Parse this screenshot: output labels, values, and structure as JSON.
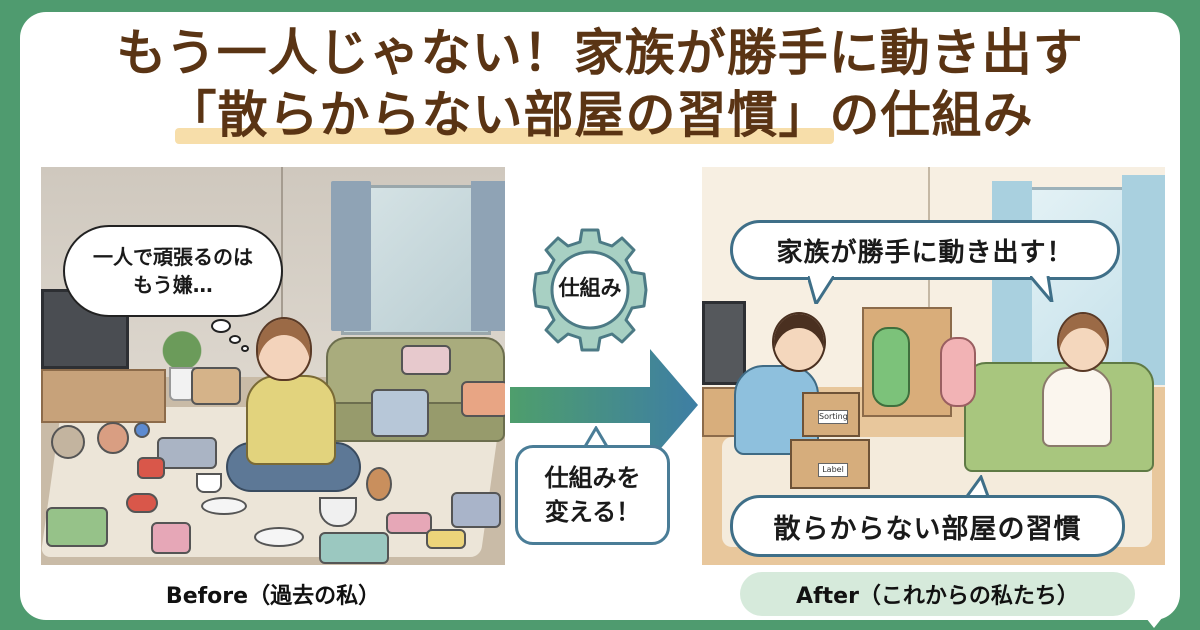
{
  "title": {
    "line1": "もう一人じゃない！家族が勝手に動き出す",
    "line2_highlight": "「散らからない部屋の習慣」",
    "line2_rest": "の仕組み",
    "text_color": "#5a3414",
    "highlight_color": "#f7deaa"
  },
  "background_color": "#4f9b6f",
  "before_panel": {
    "thought_bubble": {
      "line1": "一人で頑張るのは",
      "line2": "もう嫌…"
    },
    "caption": "Before（過去の私）"
  },
  "middle": {
    "gear_label": "仕組み",
    "gear_color": "#a8d0c3",
    "gear_stroke": "#4c7a85",
    "arrow_gradient": [
      "#4e9e6c",
      "#3e7ea4"
    ],
    "callout": {
      "line1": "仕組みを",
      "line2": "変える！"
    }
  },
  "after_panel": {
    "callout_top": "家族が勝手に動き出す！",
    "callout_bottom": "散らからない部屋の習慣",
    "box_labels": [
      "Sorting",
      "Label"
    ],
    "caption": "After（これからの私たち）",
    "caption_bg": "#d6eadb"
  }
}
